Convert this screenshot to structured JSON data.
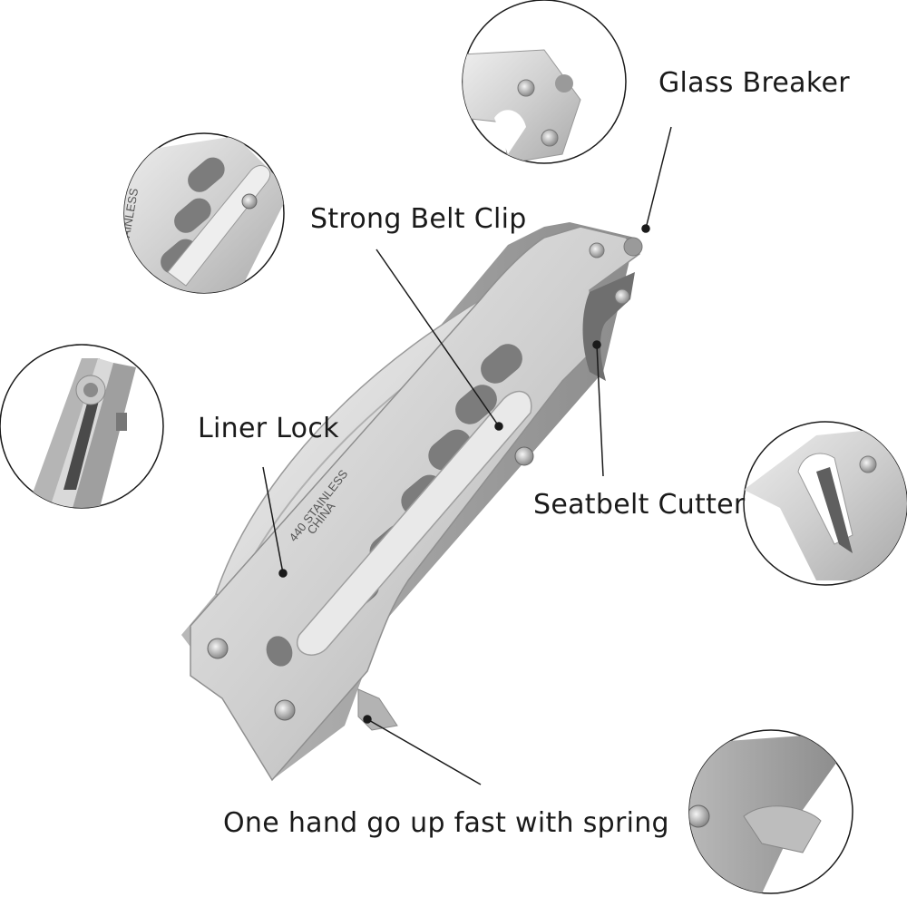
{
  "callouts": {
    "glass_breaker": "Glass Breaker",
    "belt_clip": "Strong Belt Clip",
    "liner_lock": "Liner Lock",
    "seatbelt_cutter": "Seatbelt Cutter",
    "spring_assist": "One hand go up fast with spring"
  },
  "blade": {
    "stamp": "440 STAINLESS",
    "small_stamp": "CHINA"
  },
  "detail_clip": {
    "stamp": "STAINLESS"
  }
}
